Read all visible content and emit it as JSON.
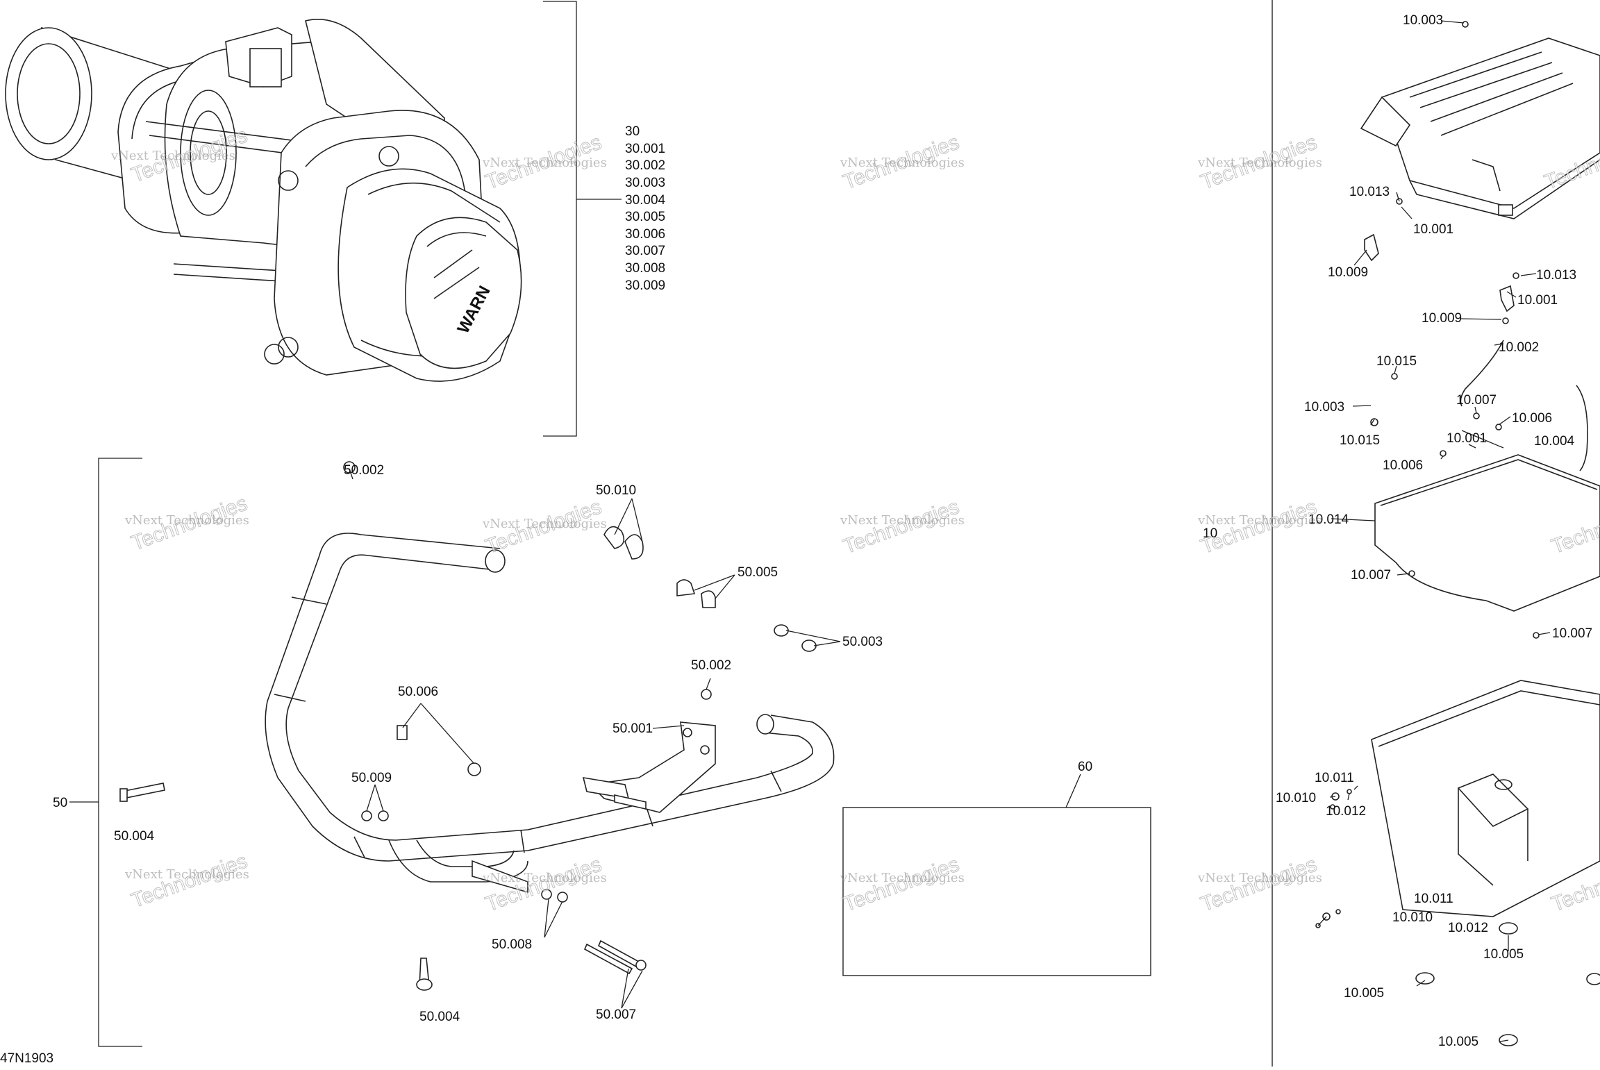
{
  "drawing_id": "47N1903",
  "watermark": {
    "line1": "vNext Technologies",
    "line2": "Technologies"
  },
  "groups": {
    "g30": "30",
    "g50": "50",
    "g60": "60",
    "g10": "10"
  },
  "group30_refs": [
    "30",
    "30.001",
    "30.002",
    "30.003",
    "30.004",
    "30.005",
    "30.006",
    "30.007",
    "30.008",
    "30.009"
  ],
  "winch_logo": "WARN",
  "labels": {
    "p50_002a": "50.002",
    "p50_010": "50.010",
    "p50_005": "50.005",
    "p50_003": "50.003",
    "p50_002b": "50.002",
    "p50_006": "50.006",
    "p50_001": "50.001",
    "p50_009": "50.009",
    "p50_004a": "50.004",
    "p50_004b": "50.004",
    "p50_008": "50.008",
    "p50_007": "50.007",
    "p10_003a": "10.003",
    "p10_013a": "10.013",
    "p10_001a": "10.001",
    "p10_009a": "10.009",
    "p10_013b": "10.013",
    "p10_001b": "10.001",
    "p10_009b": "10.009",
    "p10_002": "10.002",
    "p10_015a": "10.015",
    "p10_007a": "10.007",
    "p10_003b": "10.003",
    "p10_006a": "10.006",
    "p10_015b": "10.015",
    "p10_001c": "10.001",
    "p10_004": "10.004",
    "p10_006b": "10.006",
    "p10_014": "10.014",
    "p10_007b": "10.007",
    "p10_007c": "10.007",
    "p10_011a": "10.011",
    "p10_010a": "10.010",
    "p10_012a": "10.012",
    "p10_011b": "10.011",
    "p10_010b": "10.010",
    "p10_012b": "10.012",
    "p10_005a": "10.005",
    "p10_005b": "10.005",
    "p10_005c": "10.005"
  }
}
